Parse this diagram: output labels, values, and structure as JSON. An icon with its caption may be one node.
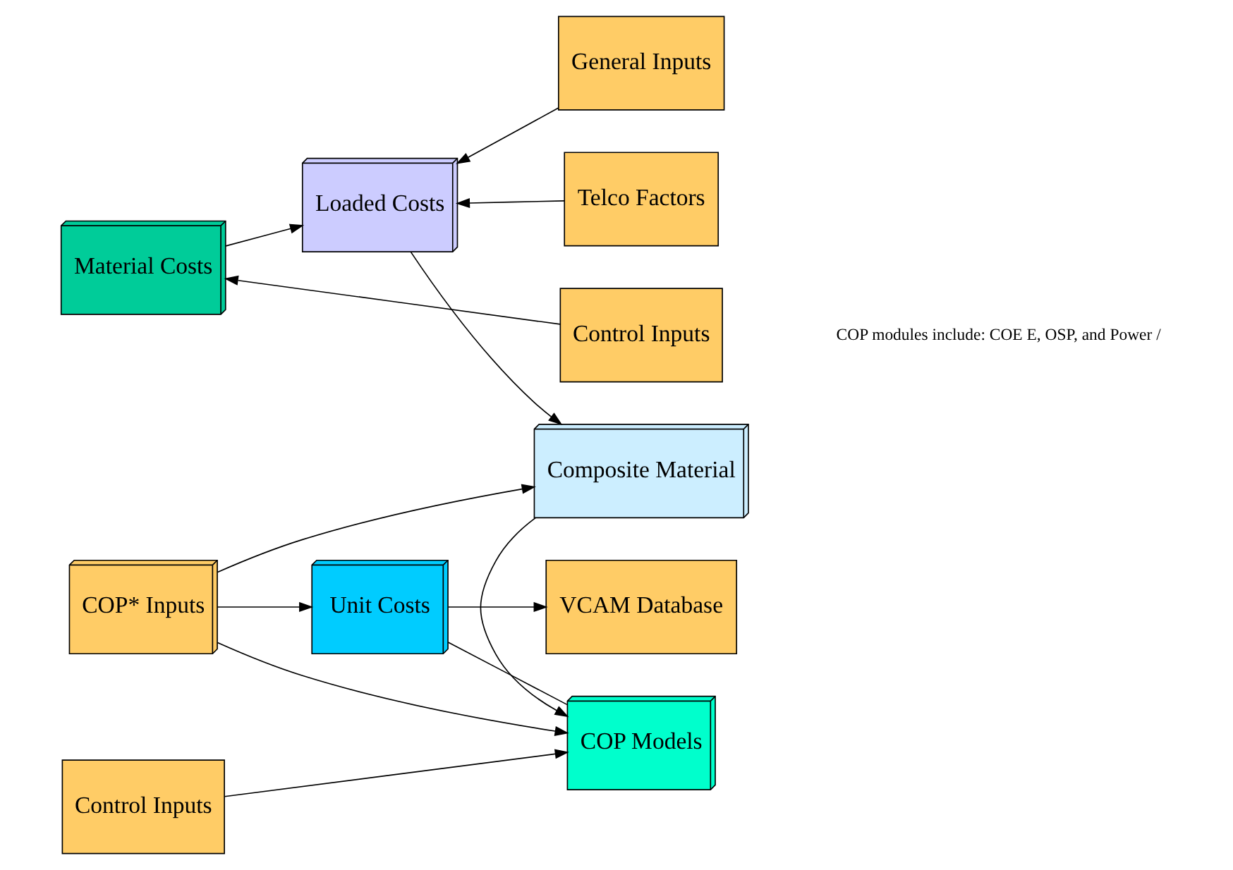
{
  "diagram": {
    "nodes": [
      {
        "text": [
          "Material Costs"
        ]
      },
      {
        "text": [
          "General Inputs"
        ]
      },
      {
        "text": [
          "Loaded Costs"
        ]
      },
      {
        "text": [
          "Composite Material"
        ]
      },
      {
        "text": [
          "Telco Factors"
        ]
      },
      {
        "text": [
          "Control Inputs"
        ]
      },
      {
        "text": [
          "COP* Inputs"
        ]
      },
      {
        "text": [
          "VCAM Database"
        ]
      },
      {
        "text": [
          "Unit Costs"
        ]
      },
      {
        "text": [
          "COP Models"
        ]
      },
      {
        "text": [
          "Control Inputs"
        ]
      }
    ],
    "edges": [
      {
        "from": 0,
        "to": 2,
        "arrow": "to"
      },
      {
        "from": 1,
        "to": 2,
        "arrow": "to"
      },
      {
        "from": 4,
        "to": 2,
        "arrow": "to"
      },
      {
        "from": 5,
        "to": 0,
        "arrow": "to"
      },
      {
        "from": 2,
        "to": 3,
        "arrow": "to"
      },
      {
        "from": 6,
        "to": 3,
        "arrow": "to"
      },
      {
        "from": 3,
        "to": 9,
        "arrow": "to"
      },
      {
        "from": 6,
        "to": 8,
        "arrow": "to"
      },
      {
        "from": 6,
        "to": 9,
        "arrow": "to"
      },
      {
        "from": 8,
        "to": 7,
        "arrow": "to"
      },
      {
        "from": 9,
        "to": 8,
        "arrow": "none"
      },
      {
        "from": 10,
        "to": 9,
        "arrow": "to"
      }
    ],
    "labels": [
      "COP modules include: COE E, OSP, and Power /"
    ]
  }
}
